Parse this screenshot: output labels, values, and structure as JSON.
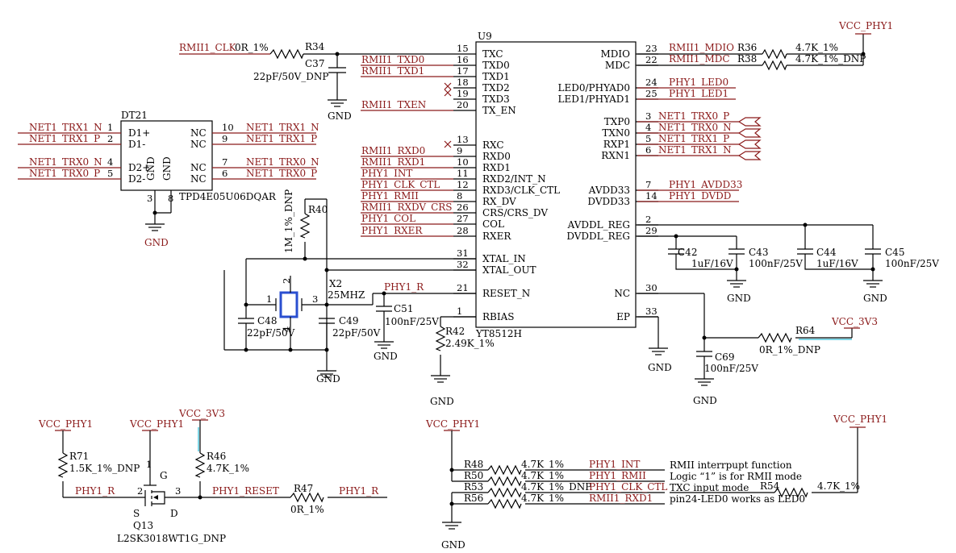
{
  "ic": {
    "ref": "U9",
    "part": "YT8512H",
    "left_pins": [
      {
        "num": "15",
        "name": "TXC",
        "net": "RMII1_CLK"
      },
      {
        "num": "16",
        "name": "TXD0",
        "net": "RMII1_TXD0"
      },
      {
        "num": "17",
        "name": "TXD1",
        "net": "RMII1_TXD1"
      },
      {
        "num": "18",
        "name": "TXD2",
        "net": ""
      },
      {
        "num": "19",
        "name": "TXD3",
        "net": ""
      },
      {
        "num": "20",
        "name": "TX_EN",
        "net": "RMII1_TXEN"
      },
      {
        "num": "13",
        "name": "RXC",
        "net": ""
      },
      {
        "num": "9",
        "name": "RXD0",
        "net": "RMII1_RXD0"
      },
      {
        "num": "10",
        "name": "RXD1",
        "net": "RMII1_RXD1"
      },
      {
        "num": "11",
        "name": "RXD2/INT_N",
        "net": "PHY1_INT"
      },
      {
        "num": "12",
        "name": "RXD3/CLK_CTL",
        "net": "PHY1_CLK_CTL"
      },
      {
        "num": "8",
        "name": "RX_DV",
        "net": "PHY1_RMII"
      },
      {
        "num": "26",
        "name": "CRS/CRS_DV",
        "net": "RMII1_RXDV_CRS"
      },
      {
        "num": "27",
        "name": "COL",
        "net": "PHY1_COL"
      },
      {
        "num": "28",
        "name": "RXER",
        "net": "PHY1_RXER"
      },
      {
        "num": "31",
        "name": "XTAL_IN",
        "net": ""
      },
      {
        "num": "32",
        "name": "XTAL_OUT",
        "net": ""
      },
      {
        "num": "21",
        "name": "RESET_N",
        "net": "PHY1_R"
      },
      {
        "num": "1",
        "name": "RBIAS",
        "net": ""
      }
    ],
    "right_pins": [
      {
        "num": "23",
        "name": "MDIO",
        "net": "RMII1_MDIO"
      },
      {
        "num": "22",
        "name": "MDC",
        "net": "RMII1_MDC"
      },
      {
        "num": "24",
        "name": "LED0/PHYAD0",
        "net": "PHY1_LED0"
      },
      {
        "num": "25",
        "name": "LED1/PHYAD1",
        "net": "PHY1_LED1"
      },
      {
        "num": "3",
        "name": "TXP0",
        "net": "NET1_TRX0_P"
      },
      {
        "num": "4",
        "name": "TXN0",
        "net": "NET1_TRX0_N"
      },
      {
        "num": "5",
        "name": "RXP1",
        "net": "NET1_TRX1_P"
      },
      {
        "num": "6",
        "name": "RXN1",
        "net": "NET1_TRX1_N"
      },
      {
        "num": "7",
        "name": "AVDD33",
        "net": "PHY1_AVDD33"
      },
      {
        "num": "14",
        "name": "DVDD33",
        "net": "PHY1_DVDD"
      },
      {
        "num": "2",
        "name": "AVDDL_REG",
        "net": ""
      },
      {
        "num": "29",
        "name": "DVDDL_REG",
        "net": ""
      },
      {
        "num": "30",
        "name": "NC",
        "net": ""
      },
      {
        "num": "33",
        "name": "EP",
        "net": ""
      }
    ]
  },
  "dt21": {
    "ref": "DT21",
    "part": "TPD4E05U06DQAR",
    "left": [
      {
        "net": "NET1_TRX1_N",
        "num": "1",
        "pin": "D1+"
      },
      {
        "net": "NET1_TRX1_P",
        "num": "2",
        "pin": "D1-"
      },
      {
        "net": "NET1_TRX0_N",
        "num": "4",
        "pin": "D2+"
      },
      {
        "net": "NET1_TRX0_P",
        "num": "5",
        "pin": "D2-"
      }
    ],
    "right": [
      {
        "pin": "NC",
        "num": "10",
        "net": "NET1_TRX1_N"
      },
      {
        "pin": "NC",
        "num": "9",
        "net": "NET1_TRX1_P"
      },
      {
        "pin": "NC",
        "num": "7",
        "net": "NET1_TRX0_N"
      },
      {
        "pin": "NC",
        "num": "6",
        "net": "NET1_TRX0_P"
      }
    ],
    "gnd_pins": [
      "3",
      "8"
    ],
    "gnd_label": "GND"
  },
  "parts": {
    "r34": {
      "ref": "R34",
      "val": "0R_1%"
    },
    "c37": {
      "ref": "C37",
      "val": "22pF/50V_DNP"
    },
    "r36": {
      "ref": "R36",
      "val": "4.7K_1%"
    },
    "r38": {
      "ref": "R38",
      "val": "4.7K_1%_DNP"
    },
    "r40": {
      "ref": "R40",
      "val": "1M_1%_DNP"
    },
    "x2": {
      "ref": "X2",
      "val": "25MHZ"
    },
    "c48": {
      "ref": "C48",
      "val": "22pF/50V"
    },
    "c49": {
      "ref": "C49",
      "val": "22pF/50V"
    },
    "c51": {
      "ref": "C51",
      "val": "100nF/25V"
    },
    "r42": {
      "ref": "R42",
      "val": "2.49K_1%"
    },
    "c42": {
      "ref": "C42",
      "val": "1uF/16V"
    },
    "c43": {
      "ref": "C43",
      "val": "100nF/25V"
    },
    "c44": {
      "ref": "C44",
      "val": "1uF/16V"
    },
    "c45": {
      "ref": "C45",
      "val": "100nF/25V"
    },
    "r64": {
      "ref": "R64",
      "val": "0R_1%_DNP"
    },
    "c69": {
      "ref": "C69",
      "val": "100nF/25V"
    },
    "r71": {
      "ref": "R71",
      "val": "1.5K_1%_DNP"
    },
    "r46": {
      "ref": "R46",
      "val": "4.7K_1%"
    },
    "r47": {
      "ref": "R47",
      "val": "0R_1%"
    },
    "q13": {
      "ref": "Q13",
      "val": "L2SK3018WT1G_DNP"
    },
    "r48": {
      "ref": "R48",
      "val": "4.7K_1%"
    },
    "r50": {
      "ref": "R50",
      "val": "4.7K_1%"
    },
    "r53": {
      "ref": "R53",
      "val": "4.7K_1%_DNP"
    },
    "r56": {
      "ref": "R56",
      "val": "4.7K_1%"
    },
    "r54": {
      "ref": "R54",
      "val": "4.7K_1%"
    }
  },
  "power": {
    "vcc_phy1": "VCC_PHY1",
    "vcc_3v3": "VCC_3V3",
    "gnd": "GND"
  },
  "nets": {
    "phy1_r": "PHY1_R",
    "phy1_reset": "PHY1_RESET",
    "phy1_int": "PHY1_INT",
    "phy1_rmii": "PHY1_RMII",
    "phy1_clk_ctl": "PHY1_CLK_CTL",
    "rmii1_rxd1": "RMII1_RXD1"
  },
  "pin_marks": {
    "x2_1": "1",
    "x2_2": "2",
    "x2_3": "3",
    "x2_4": "4",
    "q_g": "G",
    "q_s": "S",
    "q_d": "D",
    "q_1": "1",
    "q_2": "2",
    "q_3": "3"
  },
  "notes": {
    "n1": "RMII interrpupt function",
    "n2": "Logic “1” is for RMII mode",
    "n3": "TXC  input mode",
    "n4": "pin24-LED0 works as LED0"
  },
  "colors": {
    "net": "#8b1a1a",
    "wire": "#000000",
    "highlight": "#2a4fd0"
  }
}
